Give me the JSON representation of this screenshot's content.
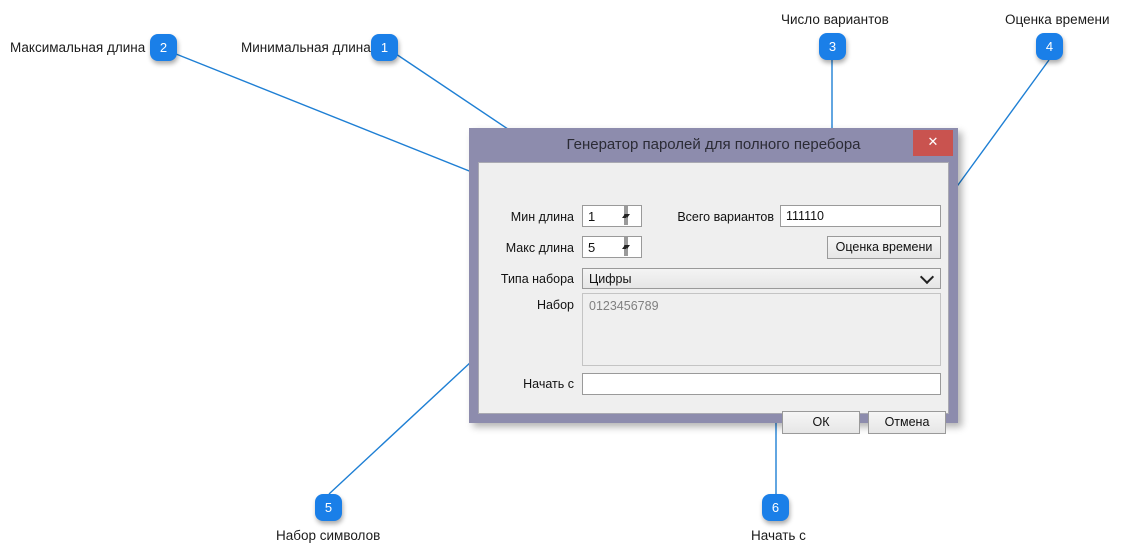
{
  "dialog": {
    "title": "Генератор паролей для полного перебора",
    "close_label": "✕",
    "fields": {
      "min_len_label": "Мин длина",
      "min_len_value": "1",
      "max_len_label": "Макс длина",
      "max_len_value": "5",
      "set_type_label": "Типа набора",
      "set_type_value": "Цифры",
      "charset_label": "Набор",
      "charset_value": "0123456789",
      "start_from_label": "Начать с",
      "start_from_value": "",
      "total_variants_label": "Всего вариантов",
      "total_variants_value": "111110"
    },
    "buttons": {
      "estimate_time": "Оценка времени",
      "ok": "ОК",
      "cancel": "Отмена"
    }
  },
  "annotations": [
    {
      "num": "1",
      "label": "Минимальная длина"
    },
    {
      "num": "2",
      "label": "Максимальная длина"
    },
    {
      "num": "3",
      "label": "Число вариантов"
    },
    {
      "num": "4",
      "label": "Оценка времени"
    },
    {
      "num": "5",
      "label": "Набор символов"
    },
    {
      "num": "6",
      "label": "Начать с"
    }
  ],
  "colors": {
    "accent": "#1a7fe8",
    "dialog_frame": "#8d8cad",
    "close_button": "#c9534f",
    "content_bg": "#efefef",
    "leader_line": "#1e7fd4"
  }
}
